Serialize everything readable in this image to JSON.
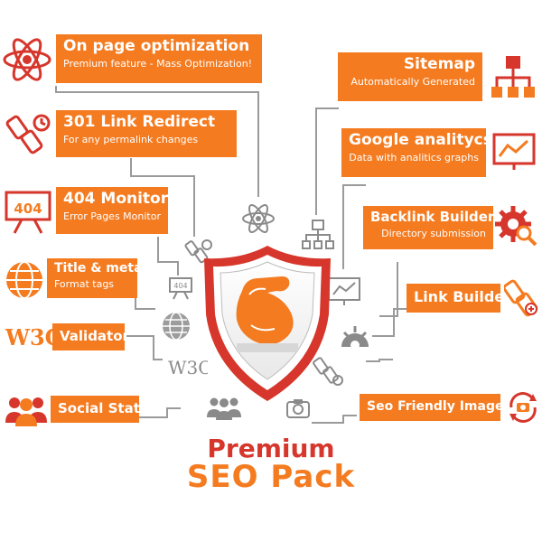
{
  "colors": {
    "accent": "#f47b20",
    "red": "#d6362b",
    "line": "#9a9a9a",
    "icon_gray": "#8a8a8a"
  },
  "features": {
    "on_page": {
      "title": "On page optimization",
      "subtitle": "Premium feature - Mass Optimization!",
      "icon": "atom-icon"
    },
    "redirect": {
      "title": "301 Link Redirect",
      "subtitle": "For any permalink changes",
      "icon": "link-redirect-icon"
    },
    "monitor404": {
      "title": "404 Monitor",
      "subtitle": "Error Pages Monitor",
      "icon": "404-board-icon",
      "badge": "404"
    },
    "title_meta": {
      "title": "Title & meta",
      "subtitle": "Format tags",
      "icon": "globe-icon"
    },
    "validator": {
      "title": "Validator",
      "icon": "w3c-logo"
    },
    "social": {
      "title": "Social Stats",
      "icon": "users-icon"
    },
    "sitemap": {
      "title": "Sitemap",
      "subtitle": "Automatically Generated",
      "icon": "sitemap-icon"
    },
    "analytics": {
      "title": "Google analitycs",
      "subtitle": "Data with analitics graphs",
      "icon": "line-graph-icon"
    },
    "backlink": {
      "title": "Backlink Builder",
      "subtitle": "Directory submission",
      "icon": "gear-search-icon"
    },
    "linkbuilder": {
      "title": "Link Builder",
      "icon": "chain-link-icon"
    },
    "images": {
      "title": "Seo Friendly Images",
      "icon": "camera-refresh-icon"
    }
  },
  "center": {
    "icon": "flexed-arm-shield-icon",
    "small_icon_badge": "404",
    "w3c_text": "W3C"
  },
  "footer": {
    "line1": "Premium",
    "line2": "SEO Pack"
  }
}
